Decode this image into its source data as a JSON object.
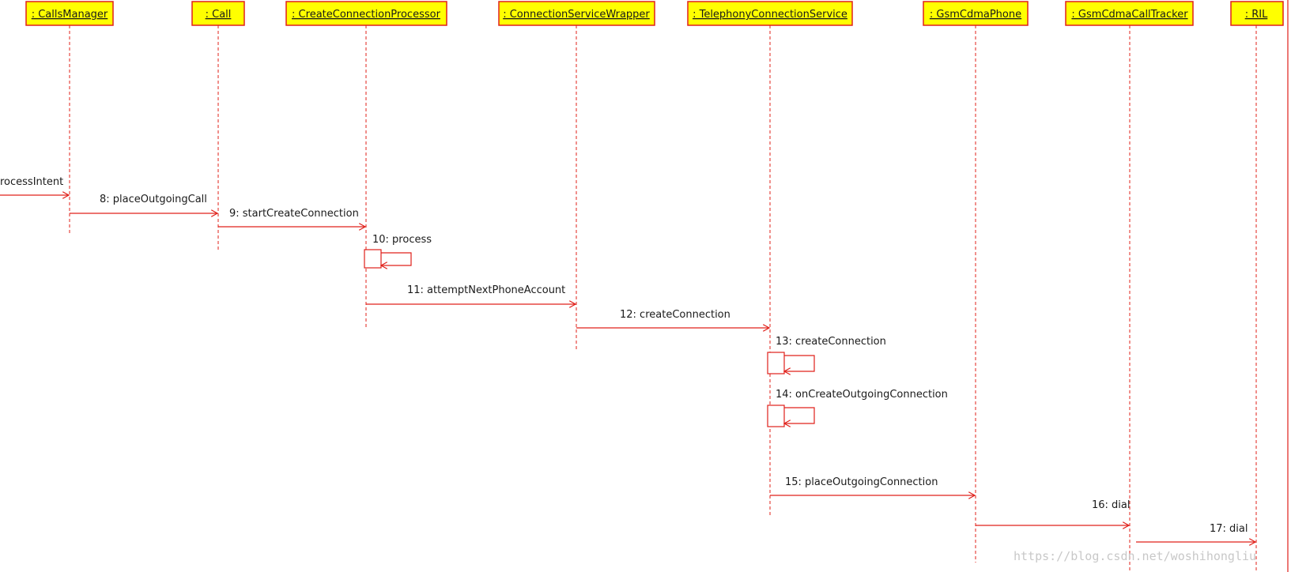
{
  "lifelines": [
    {
      "id": "callsmanager",
      "title": ": CallsManager"
    },
    {
      "id": "call",
      "title": ": Call"
    },
    {
      "id": "createconnectionprocessor",
      "title": ": CreateConnectionProcessor"
    },
    {
      "id": "connectionservicewrapper",
      "title": ": ConnectionServiceWrapper"
    },
    {
      "id": "telephonyconnectionservice",
      "title": ": TelephonyConnectionService"
    },
    {
      "id": "gsmcdmaphone",
      "title": ": GsmCdmaPhone"
    },
    {
      "id": "gsmcdmacalltracker",
      "title": ": GsmCdmaCallTracker"
    },
    {
      "id": "ril",
      "title": ": RIL"
    }
  ],
  "messages": [
    {
      "id": "m7",
      "label": "rocessIntent",
      "from": null,
      "to": "callsmanager"
    },
    {
      "id": "m8",
      "label": "8: placeOutgoingCall",
      "from": "callsmanager",
      "to": "call"
    },
    {
      "id": "m9",
      "label": "9: startCreateConnection",
      "from": "call",
      "to": "createconnectionprocessor"
    },
    {
      "id": "m10",
      "label": "10: process",
      "from": "createconnectionprocessor",
      "to": "createconnectionprocessor"
    },
    {
      "id": "m11",
      "label": "11: attemptNextPhoneAccount",
      "from": "createconnectionprocessor",
      "to": "connectionservicewrapper"
    },
    {
      "id": "m12",
      "label": "12: createConnection",
      "from": "connectionservicewrapper",
      "to": "telephonyconnectionservice"
    },
    {
      "id": "m13",
      "label": "13: createConnection",
      "from": "telephonyconnectionservice",
      "to": "telephonyconnectionservice"
    },
    {
      "id": "m14",
      "label": "14: onCreateOutgoingConnection",
      "from": "telephonyconnectionservice",
      "to": "telephonyconnectionservice"
    },
    {
      "id": "m15",
      "label": "15: placeOutgoingConnection",
      "from": "telephonyconnectionservice",
      "to": "gsmcdmaphone"
    },
    {
      "id": "m16",
      "label": "16: dial",
      "from": "gsmcdmaphone",
      "to": "gsmcdmacalltracker"
    },
    {
      "id": "m17",
      "label": "17: dial",
      "from": "gsmcdmacalltracker",
      "to": "ril"
    }
  ],
  "watermark": "https://blog.csdn.net/woshihongliu",
  "colors": {
    "line": "#e0201a",
    "box_fill": "#ffff00",
    "text": "#1a1a1a"
  }
}
